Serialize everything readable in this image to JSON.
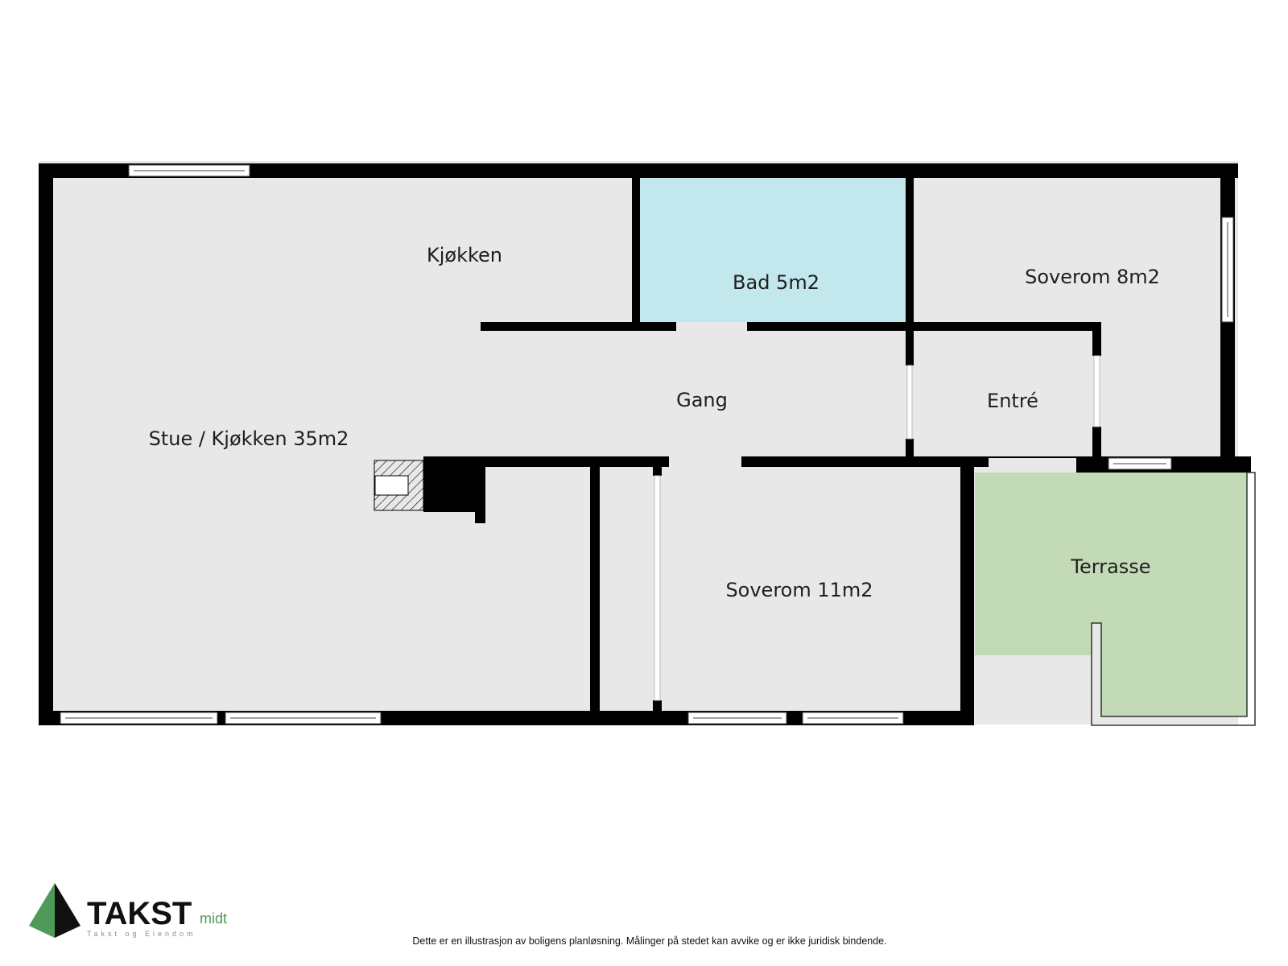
{
  "rooms": {
    "kitchen": "Kjøkken",
    "living": "Stue / Kjøkken 35m2",
    "bathroom": "Bad 5m2",
    "bedroom_small": "Soverom 8m2",
    "hallway": "Gang",
    "entrance": "Entré",
    "bedroom_large": "Soverom 11m2",
    "terrace": "Terrasse"
  },
  "logo": {
    "name": "TAKST",
    "suffix": "midt",
    "tagline": "Takst og Eiendom"
  },
  "footer": {
    "disclaimer": "Dette er en illustrasjon av boligens planløsning. Målinger på stedet kan avvike og er ikke juridisk bindende."
  },
  "colors": {
    "floor": "#e8e8e8",
    "bathroom": "#c2e8ee",
    "terrace": "#c3dab6",
    "wall": "#000000",
    "logo_green": "#4f9a58"
  }
}
